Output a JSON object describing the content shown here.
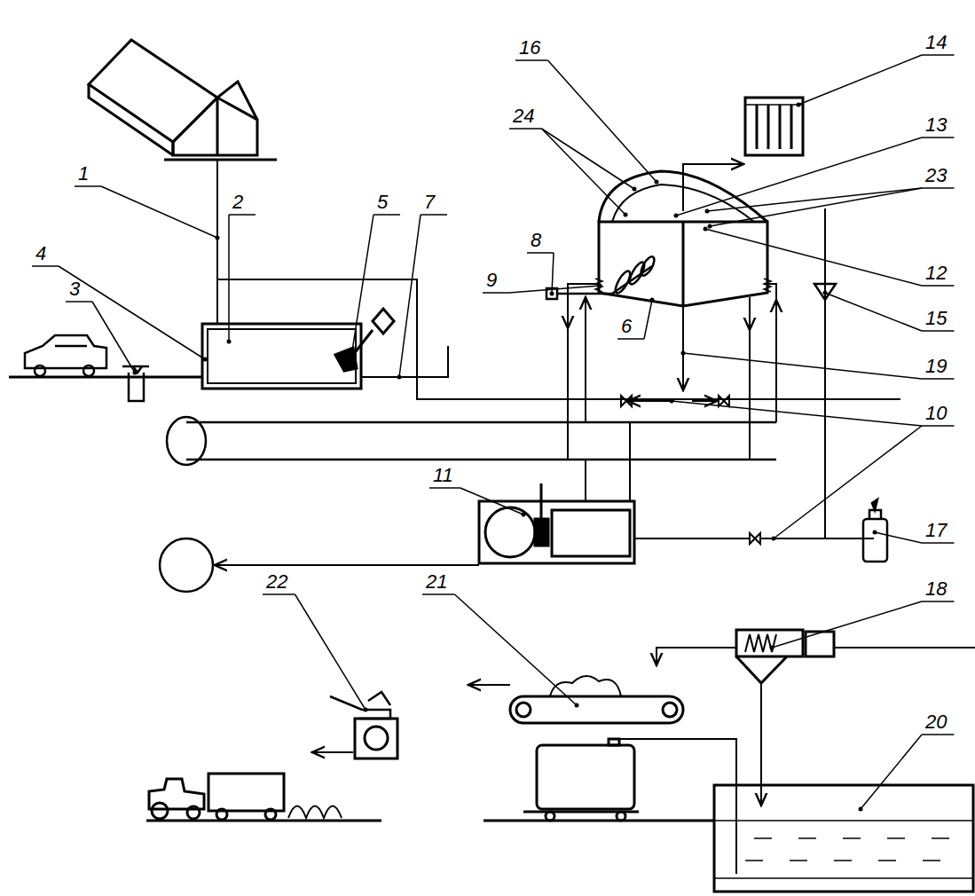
{
  "diagram": {
    "labels": [
      "14",
      "16",
      "24",
      "13",
      "23",
      "1",
      "2",
      "5",
      "7",
      "8",
      "4",
      "3",
      "9",
      "12",
      "6",
      "15",
      "19",
      "10",
      "11",
      "17",
      "22",
      "21",
      "18",
      "20"
    ]
  }
}
